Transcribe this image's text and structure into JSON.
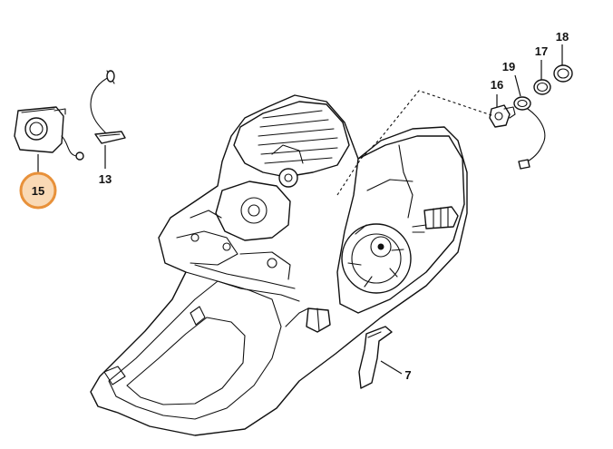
{
  "callouts": {
    "c15": "15",
    "c13": "13",
    "c16": "16",
    "c17": "17",
    "c18": "18",
    "c19": "19",
    "c7": "7"
  },
  "highlight": {
    "callout": "15",
    "ring_color": "#E8913A",
    "fill_color": "#F9D9B5"
  }
}
